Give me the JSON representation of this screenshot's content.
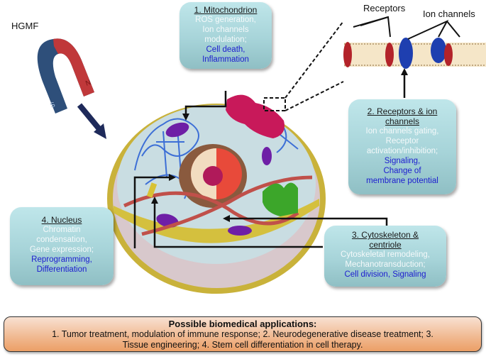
{
  "field_label": "HGMF",
  "magnet": {
    "north_label": "N",
    "south_label": "S",
    "north_color": "#c0383a",
    "south_color": "#2e4f7a"
  },
  "membrane_labels": {
    "receptors": "Receptors",
    "ion_channels": "Ion channels"
  },
  "boxes": [
    {
      "id": "mitochondrion",
      "title": "1. Mitochondrion",
      "effects": [
        "ROS generation,",
        "Ion channels",
        "modulation;"
      ],
      "outcomes": [
        "Cell death,",
        "Inflammation"
      ]
    },
    {
      "id": "receptors",
      "title": [
        "2. Receptors & ion",
        "channels"
      ],
      "effects": [
        "Ion channels gating,",
        "Receptor",
        "activation/inhibition;"
      ],
      "outcomes": [
        "Signaling,",
        "Change of",
        "membrane potential"
      ]
    },
    {
      "id": "cytoskeleton",
      "title": [
        "3. Cytoskeleton &",
        "centriole"
      ],
      "effects": [
        "Cytoskeletal remodeling,",
        "Mechanotransduction;"
      ],
      "outcomes": [
        "Cell division, Signaling"
      ]
    },
    {
      "id": "nucleus",
      "title": "4. Nucleus",
      "effects": [
        "Chromatin",
        "condensation,",
        "Gene expression;"
      ],
      "outcomes": [
        "Reprogramming,",
        "Differentiation"
      ]
    }
  ],
  "applications": {
    "heading": "Possible biomedical applications:",
    "line1": "1. Tumor treatment, modulation of immune response; 2. Neurodegenerative disease treatment; 3.",
    "line2": "Tissue engineering; 4. Stem cell differentiation in cell therapy."
  },
  "colors": {
    "box_fill": "#a7d4d9",
    "outcome_text": "#1c1ccf",
    "effect_text": "#f4f9fa",
    "applications_fill": "#f0b88f",
    "arrow": "#1e2a5a"
  }
}
